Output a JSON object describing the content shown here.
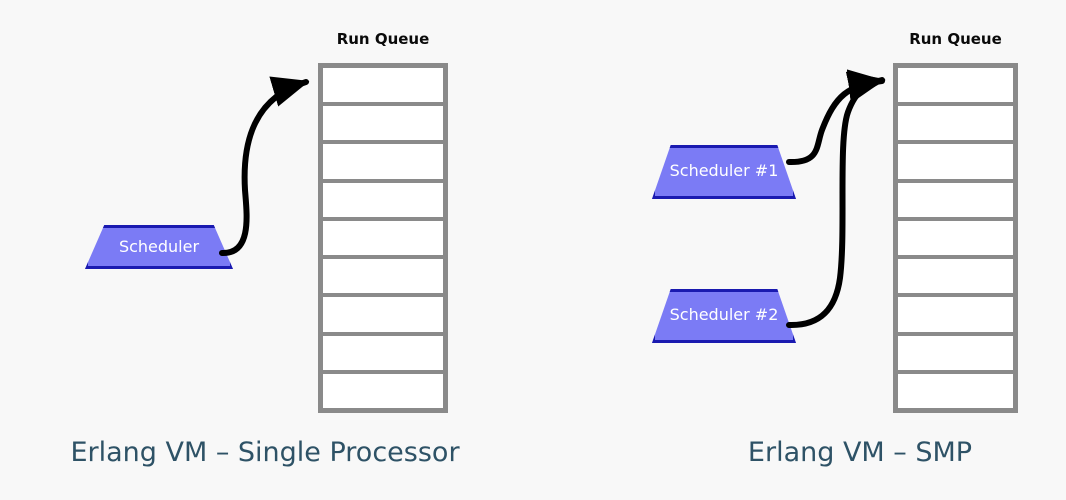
{
  "diagram": {
    "title_left": "Erlang VM – Single Processor",
    "title_right": "Erlang VM – SMP",
    "colors": {
      "background": "#f8f8f8",
      "scheduler_fill": "#7b7bf5",
      "scheduler_border": "#1a1ab0",
      "scheduler_text": "#ffffff",
      "queue_border": "#8a8a8a",
      "queue_cell_fill": "#ffffff",
      "arrow": "#000000",
      "caption_text": "#2e5266",
      "queue_title_text": "#0a0a0a"
    }
  },
  "panels": [
    {
      "id": "single-processor",
      "caption": "Erlang VM – Single Processor",
      "queue": {
        "label": "Run Queue",
        "cell_count": 9,
        "cells": [
          "",
          "",
          "",
          "",
          "",
          "",
          "",
          "",
          ""
        ]
      },
      "schedulers": [
        {
          "label": "Scheduler"
        }
      ],
      "arrows": [
        {
          "from": "Scheduler",
          "to": "Run Queue"
        }
      ]
    },
    {
      "id": "smp",
      "caption": "Erlang VM – SMP",
      "queue": {
        "label": "Run Queue",
        "cell_count": 9,
        "cells": [
          "",
          "",
          "",
          "",
          "",
          "",
          "",
          "",
          ""
        ]
      },
      "schedulers": [
        {
          "label": "Scheduler #1"
        },
        {
          "label": "Scheduler #2"
        }
      ],
      "arrows": [
        {
          "from": "Scheduler #1",
          "to": "Run Queue"
        },
        {
          "from": "Scheduler #2",
          "to": "Run Queue"
        }
      ]
    }
  ]
}
